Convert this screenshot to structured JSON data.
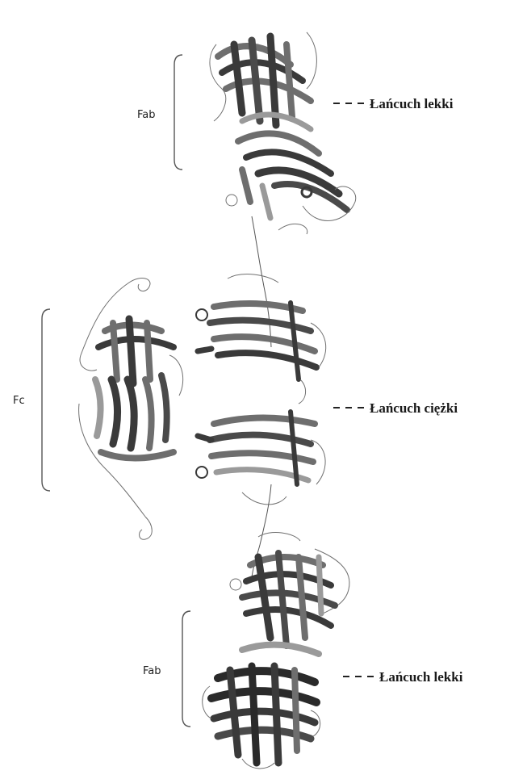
{
  "labels": {
    "fab_top": "Fab",
    "fc": "Fc",
    "fab_bottom": "Fab",
    "light_chain_top": "Łańcuch lekki",
    "heavy_chain": "Łańcuch ciężki",
    "light_chain_bottom": "Łańcuch lekki"
  },
  "colors": {
    "dark_strand": "#3a3a3a",
    "mid_strand": "#6e6e6e",
    "light_strand": "#9a9a9a",
    "background": "#ffffff"
  }
}
